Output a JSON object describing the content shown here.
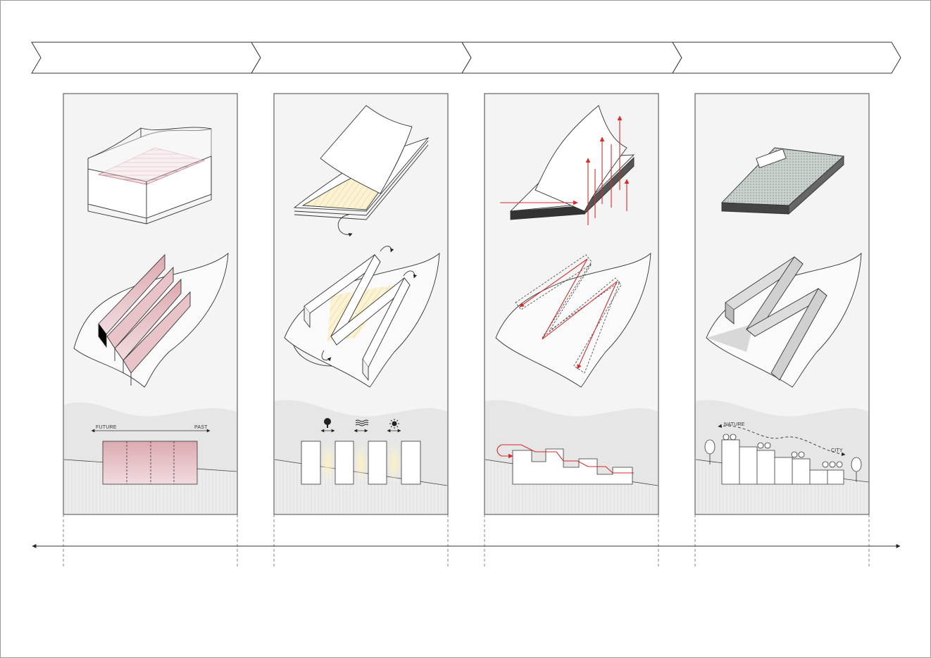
{
  "colors": {
    "line": "#222222",
    "panel_bg": "#f4f4f4",
    "pink": "#d9a9ae",
    "yellow": "#f2e3a4",
    "red": "#d42b2b",
    "green_gray": "#a9b3ad"
  },
  "panels": [
    {
      "id": "stratify",
      "section": {
        "left_label": "FUTURE",
        "right_label": "PAST"
      }
    },
    {
      "id": "open",
      "section": {
        "icons": [
          "tree-icon",
          "water-icon",
          "sun-icon"
        ]
      }
    },
    {
      "id": "circulate"
    },
    {
      "id": "connect",
      "section": {
        "left_label": "NATURE",
        "right_label": "CITY"
      }
    }
  ]
}
